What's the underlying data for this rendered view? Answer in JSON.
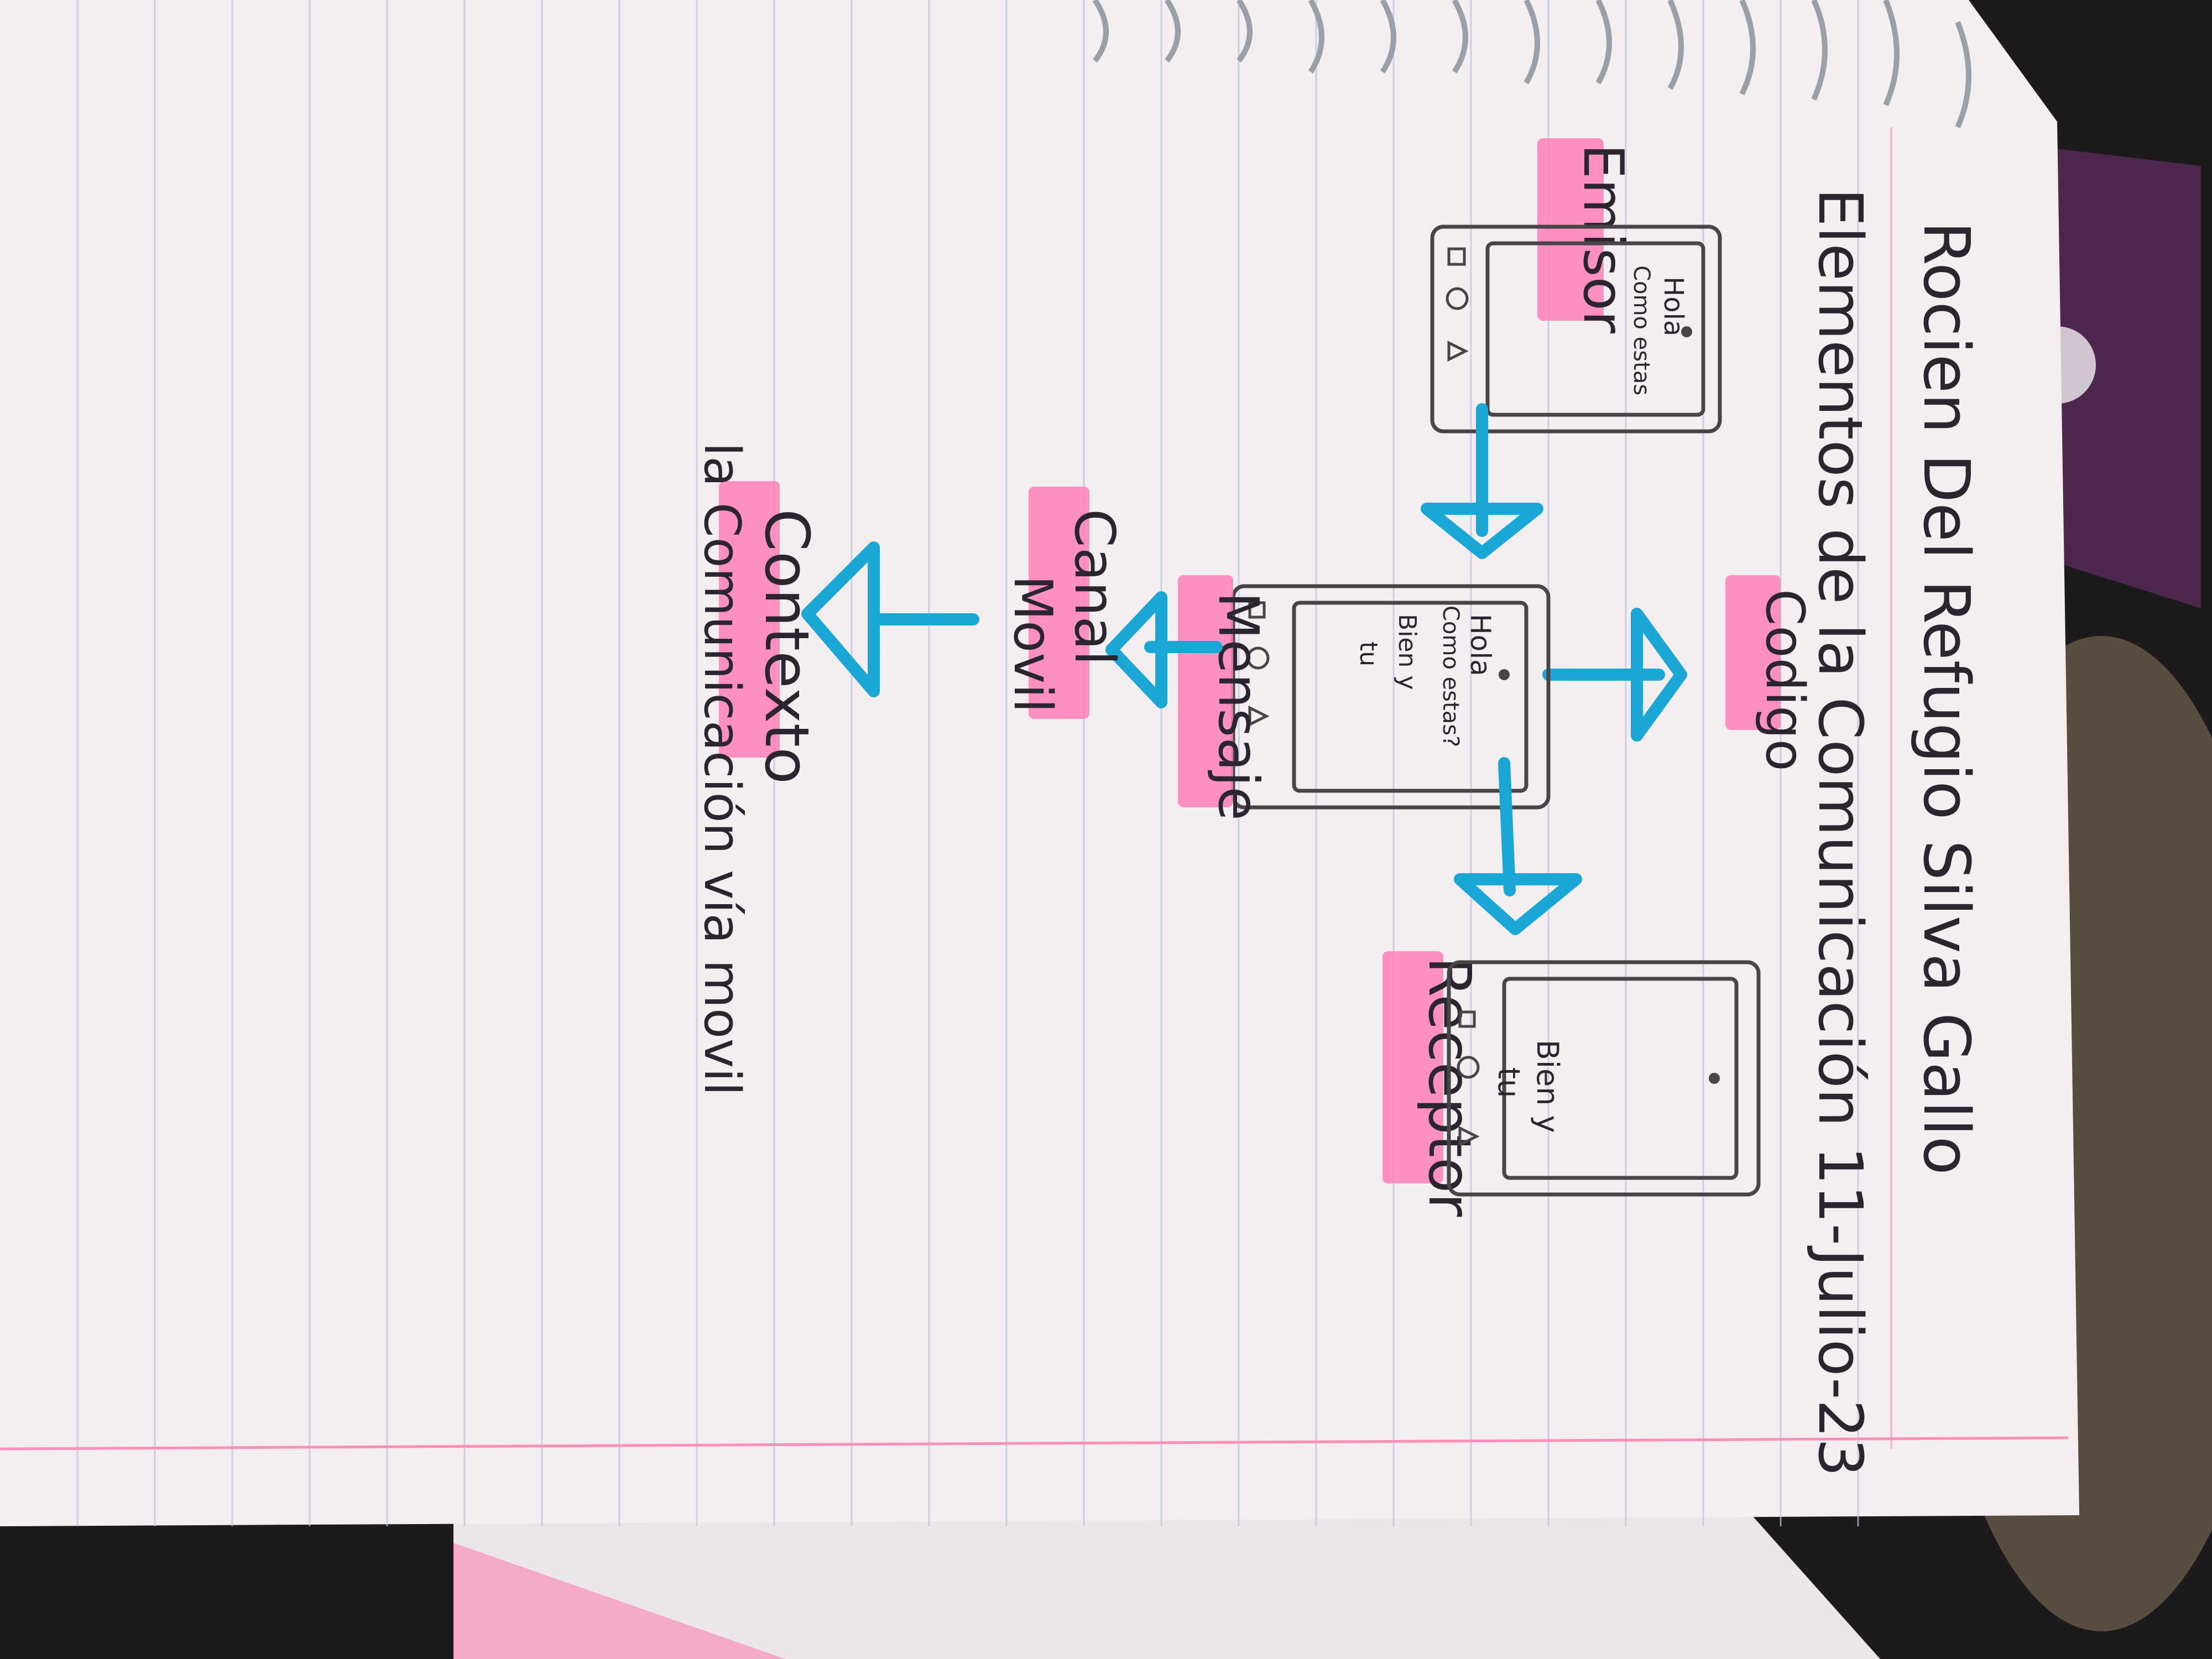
{
  "notebook": {
    "author_line": "Rocien Del Refugio Silva Gallo",
    "title_line": "Elementos de la Comunicación 11-Julio-23"
  },
  "diagram": {
    "nodes": {
      "emisor": "Emisor",
      "codigo": "Codigo",
      "mensaje": "Mensaje",
      "receptor": "Receptor",
      "canal": "Canal",
      "canal_detail": "Movil",
      "contexto": "Contexto",
      "contexto_detail": "la Comunicación vía movil"
    },
    "phones": {
      "emisor_screen": [
        "Hola",
        "Como estas"
      ],
      "mensaje_screen": [
        "Hola",
        "Como estas?",
        "Bien y",
        "tu"
      ],
      "receptor_screen": [
        "Bien y",
        "tu"
      ]
    }
  },
  "colors": {
    "highlight": "#ff7fb8",
    "arrow": "#1aa7d6",
    "paper": "#f4eef1",
    "ink": "#2b2530"
  }
}
